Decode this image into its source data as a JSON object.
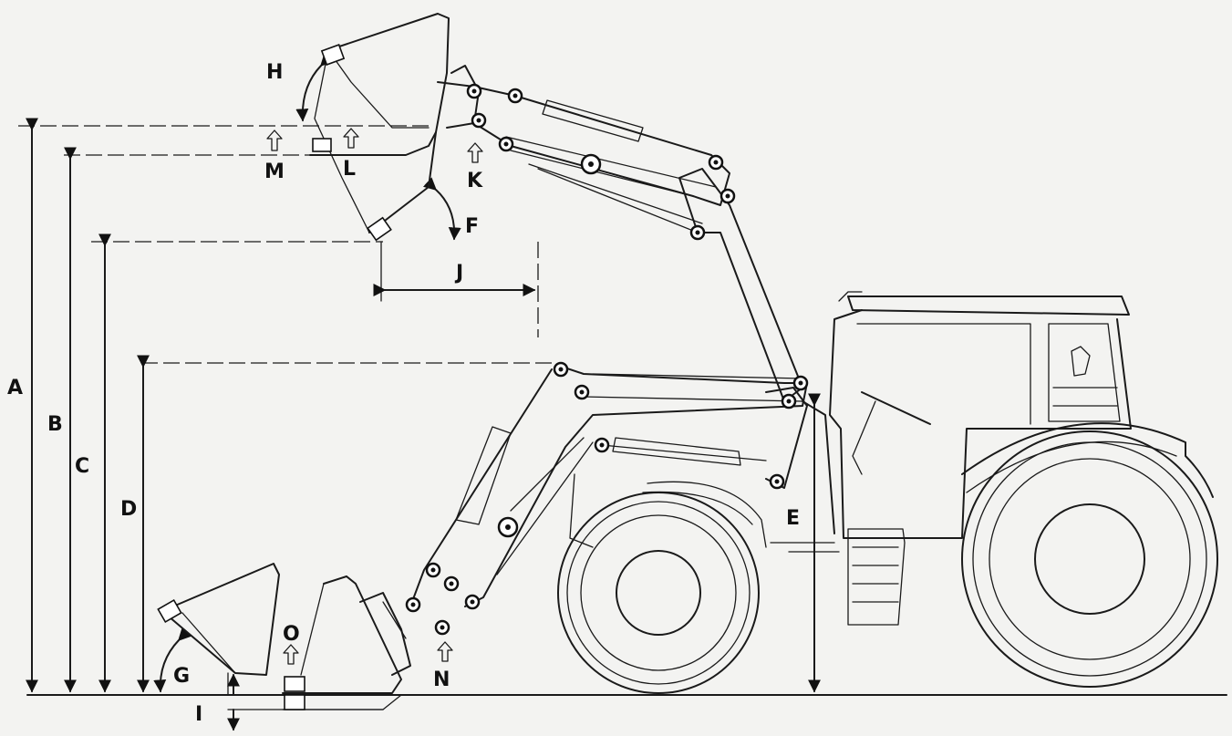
{
  "labels": {
    "A": "A",
    "B": "B",
    "C": "C",
    "D": "D",
    "E": "E",
    "F": "F",
    "G": "G",
    "H": "H",
    "I": "I",
    "J": "J",
    "K": "K",
    "L": "L",
    "M": "M",
    "N": "N",
    "O": "O"
  },
  "colors": {
    "background": "#f3f3f1",
    "line": "#1a1a1a"
  }
}
